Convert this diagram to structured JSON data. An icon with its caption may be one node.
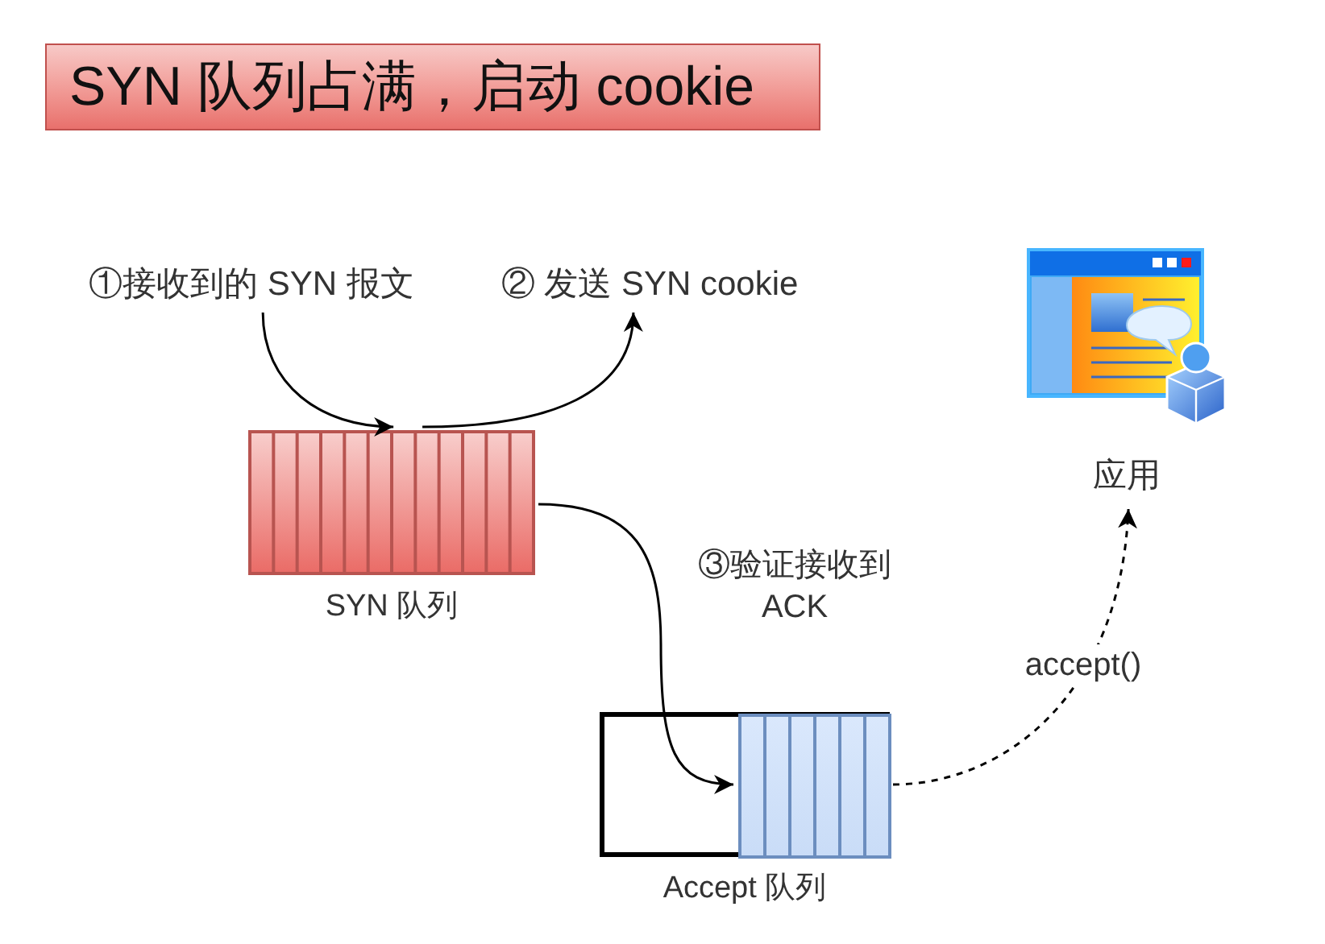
{
  "diagram": {
    "title": "SYN 队列占满，启动 cookie",
    "nodes": [
      {
        "text": [
          "①接收到的 SYN 报文"
        ]
      },
      {
        "text": [
          "② 发送 SYN cookie"
        ]
      },
      {
        "text": [
          "SYN 队列"
        ]
      },
      {
        "text": [
          "Accept 队列"
        ]
      },
      {
        "text": [],
        "shape": "bar",
        "in": 3
      },
      {
        "text": [
          "应用"
        ]
      }
    ],
    "edges": [
      {
        "from": 0,
        "to": 2,
        "arrow": "to"
      },
      {
        "from": 2,
        "to": 1,
        "arrow": "to"
      },
      {
        "from": 2,
        "to": 4,
        "arrow": "to",
        "label": "③验证接收到 ACK"
      },
      {
        "from": 4,
        "to": 5,
        "arrow": "to",
        "label": "accept()",
        "style": "dashed"
      }
    ]
  }
}
